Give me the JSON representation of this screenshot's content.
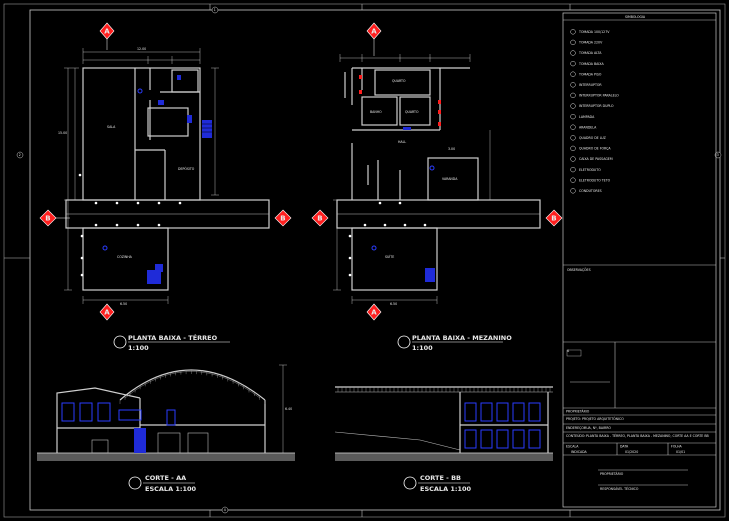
{
  "legend": {
    "title": "SIMBOLOGIA",
    "items": [
      "TOMADA 100/127V",
      "TOMADA 220V",
      "TOMADA ALTA",
      "TOMADA BAIXA",
      "TOMADA PISO",
      "INTERRUPTOR",
      "INTERRUPTOR PARALELO",
      "INTERRUPTOR DUPLO",
      "LAMPADA",
      "ARANDELA",
      "QUADRO DE LUZ",
      "QUADRO DE FORÇA",
      "CAIXA DE PASSAGEM",
      "ELETRODUTO",
      "ELETRODUTO TETO",
      "CONDUTORES"
    ]
  },
  "notes_label": "OBSERVAÇÕES",
  "titleblock": {
    "owner": "PROPRIETÁRIO",
    "project_label": "PROJETO:",
    "project": "PROJETO ARQUITETÔNICO",
    "address_label": "ENDEREÇO:",
    "address": "RUA, Nº, BAIRRO",
    "content_label": "CONTEÚDO:",
    "content": "PLANTA BAIXA - TÉRREO, PLANTA BAIXA - MEZANINO, CORTE AA E CORTE BB",
    "scale_label": "ESCALA",
    "scale": "INDICADA",
    "date_label": "DATA",
    "date": "01/2020",
    "sheet_label": "FOLHA",
    "sheet": "01/01",
    "sig1": "PROPRIETÁRIO",
    "sig2": "RESPONSÁVEL TÉCNICO"
  },
  "drawings": {
    "plan1_title": "PLANTA BAIXA - TÉRREO",
    "plan1_scale": "1:100",
    "plan2_title": "PLANTA BAIXA - MEZANINO",
    "plan2_scale": "1:100",
    "sec1_title": "CORTE - AA",
    "sec1_scale": "ESCALA 1:100",
    "sec2_title": "CORTE - BB",
    "sec2_scale": "ESCALA 1:100"
  },
  "markers": {
    "a": "A",
    "b": "B"
  },
  "grid_marks": [
    "1",
    "2",
    "3",
    "4"
  ]
}
